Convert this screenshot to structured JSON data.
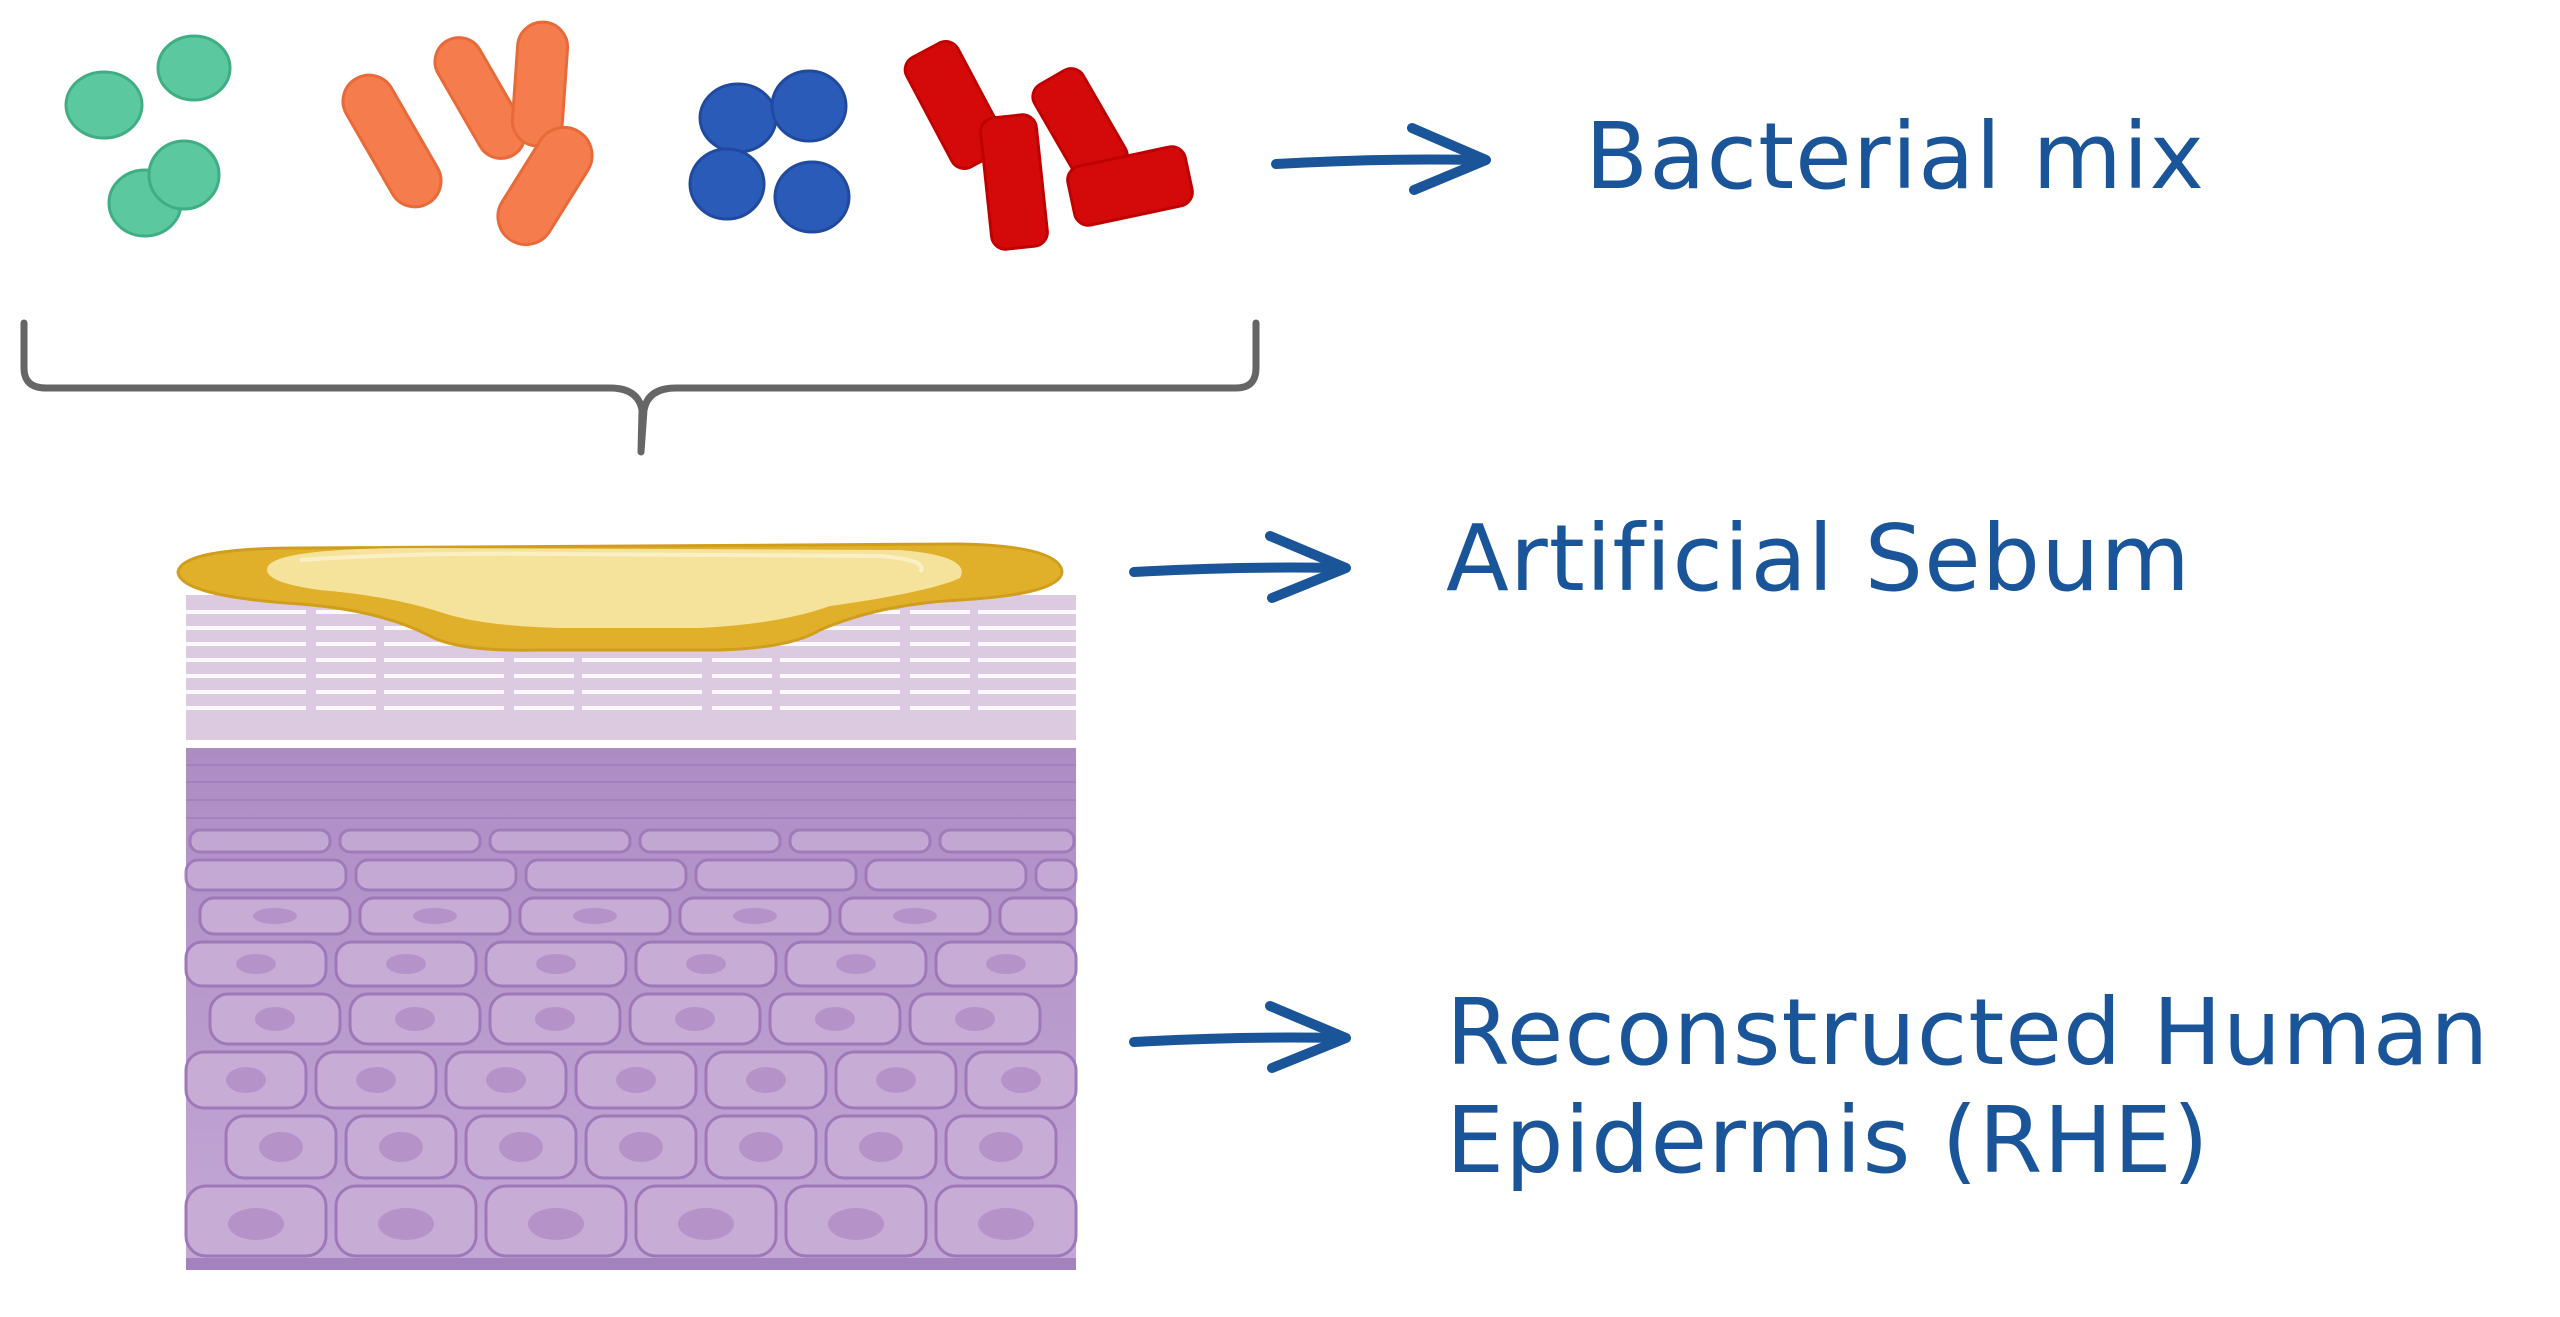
{
  "labels": {
    "bacterial_mix": "Bacterial mix",
    "artificial_sebum": "Artificial Sebum",
    "rhe_line1": "Reconstructed Human",
    "rhe_line2": "Epidermis (RHE)"
  },
  "colors": {
    "text": "#1a5599",
    "arrow": "#1a5599",
    "brace": "#666666",
    "green_cocci": "#5cc8a0",
    "orange_rods": "#f57c4c",
    "blue_cocci": "#2b5bb8",
    "red_branched": "#d40a0a",
    "sebum_outer": "#e0b02a",
    "sebum_inner": "#f5e39c",
    "stratum_corneum": "#dccbe0",
    "epidermis": "#b99ccc",
    "epidermis_cell": "#c7acd6",
    "epidermis_line": "#9e78b9"
  },
  "icons": {
    "arrow": "right-arrow-icon",
    "brace": "curly-brace-icon"
  }
}
